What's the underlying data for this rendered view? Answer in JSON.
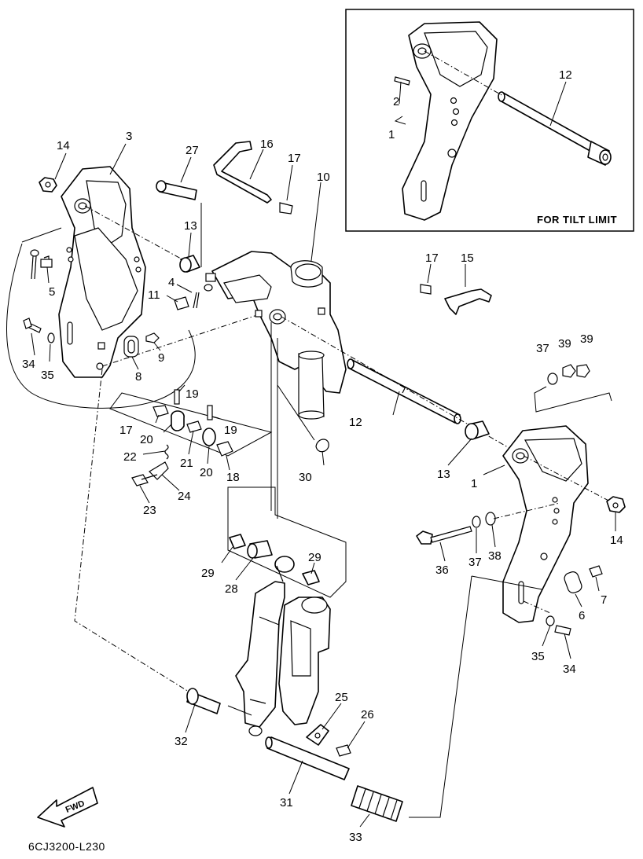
{
  "inset": {
    "title": "FOR TILT LIMIT"
  },
  "diagram_code": "6CJ3200-L230",
  "fwd_label": "FWD",
  "callouts": [
    {
      "id": "c-i1",
      "text": "1"
    },
    {
      "id": "c-i2",
      "text": "2"
    },
    {
      "id": "c-i12",
      "text": "12"
    },
    {
      "id": "c14a",
      "text": "14"
    },
    {
      "id": "c3",
      "text": "3"
    },
    {
      "id": "c27",
      "text": "27"
    },
    {
      "id": "c16",
      "text": "16"
    },
    {
      "id": "c17a",
      "text": "17"
    },
    {
      "id": "c10",
      "text": "10"
    },
    {
      "id": "c13a",
      "text": "13"
    },
    {
      "id": "c5",
      "text": "5"
    },
    {
      "id": "c4",
      "text": "4"
    },
    {
      "id": "c11",
      "text": "11"
    },
    {
      "id": "c17b",
      "text": "17"
    },
    {
      "id": "c15",
      "text": "15"
    },
    {
      "id": "c34a",
      "text": "34"
    },
    {
      "id": "c35a",
      "text": "35"
    },
    {
      "id": "c8",
      "text": "8"
    },
    {
      "id": "c9",
      "text": "9"
    },
    {
      "id": "c37a",
      "text": "37"
    },
    {
      "id": "c39a",
      "text": "39"
    },
    {
      "id": "c39b",
      "text": "39"
    },
    {
      "id": "c19a",
      "text": "19"
    },
    {
      "id": "c19b",
      "text": "19"
    },
    {
      "id": "c17c",
      "text": "17"
    },
    {
      "id": "c20a",
      "text": "20"
    },
    {
      "id": "c12",
      "text": "12"
    },
    {
      "id": "c22",
      "text": "22"
    },
    {
      "id": "c21",
      "text": "21"
    },
    {
      "id": "c20b",
      "text": "20"
    },
    {
      "id": "c18",
      "text": "18"
    },
    {
      "id": "c30",
      "text": "30"
    },
    {
      "id": "c13b",
      "text": "13"
    },
    {
      "id": "c1",
      "text": "1"
    },
    {
      "id": "c23",
      "text": "23"
    },
    {
      "id": "c24",
      "text": "24"
    },
    {
      "id": "c14b",
      "text": "14"
    },
    {
      "id": "c36",
      "text": "36"
    },
    {
      "id": "c37b",
      "text": "37"
    },
    {
      "id": "c38",
      "text": "38"
    },
    {
      "id": "c29a",
      "text": "29"
    },
    {
      "id": "c28",
      "text": "28"
    },
    {
      "id": "c29b",
      "text": "29"
    },
    {
      "id": "c7",
      "text": "7"
    },
    {
      "id": "c6",
      "text": "6"
    },
    {
      "id": "c35b",
      "text": "35"
    },
    {
      "id": "c34b",
      "text": "34"
    },
    {
      "id": "c25",
      "text": "25"
    },
    {
      "id": "c26",
      "text": "26"
    },
    {
      "id": "c32",
      "text": "32"
    },
    {
      "id": "c31",
      "text": "31"
    },
    {
      "id": "c33",
      "text": "33"
    }
  ]
}
